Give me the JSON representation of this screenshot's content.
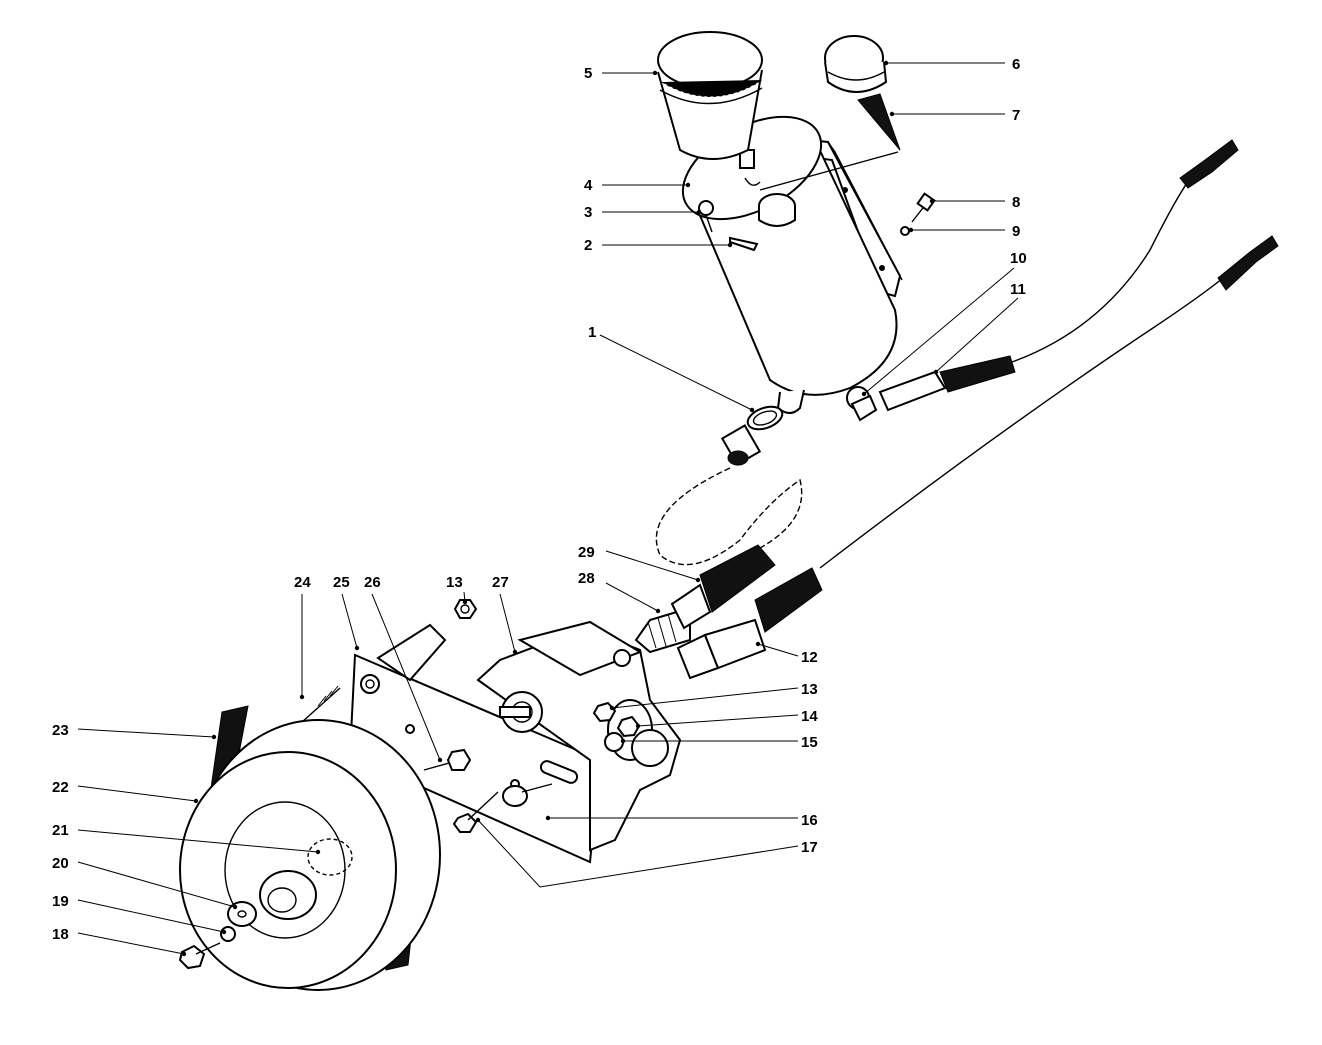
{
  "diagram": {
    "callouts": [
      {
        "id": "c1",
        "label": "1"
      },
      {
        "id": "c2",
        "label": "2"
      },
      {
        "id": "c3",
        "label": "3"
      },
      {
        "id": "c4",
        "label": "4"
      },
      {
        "id": "c5",
        "label": "5"
      },
      {
        "id": "c6",
        "label": "6"
      },
      {
        "id": "c7",
        "label": "7"
      },
      {
        "id": "c8",
        "label": "8"
      },
      {
        "id": "c9",
        "label": "9"
      },
      {
        "id": "c10",
        "label": "10"
      },
      {
        "id": "c11",
        "label": "11"
      },
      {
        "id": "c12",
        "label": "12"
      },
      {
        "id": "c13a",
        "label": "13"
      },
      {
        "id": "c13b",
        "label": "13"
      },
      {
        "id": "c14",
        "label": "14"
      },
      {
        "id": "c15",
        "label": "15"
      },
      {
        "id": "c16",
        "label": "16"
      },
      {
        "id": "c17",
        "label": "17"
      },
      {
        "id": "c18",
        "label": "18"
      },
      {
        "id": "c19",
        "label": "19"
      },
      {
        "id": "c20",
        "label": "20"
      },
      {
        "id": "c21",
        "label": "21"
      },
      {
        "id": "c22",
        "label": "22"
      },
      {
        "id": "c23",
        "label": "23"
      },
      {
        "id": "c24",
        "label": "24"
      },
      {
        "id": "c25",
        "label": "25"
      },
      {
        "id": "c26",
        "label": "26"
      },
      {
        "id": "c27",
        "label": "27"
      },
      {
        "id": "c28",
        "label": "28"
      },
      {
        "id": "c29",
        "label": "29"
      }
    ]
  }
}
